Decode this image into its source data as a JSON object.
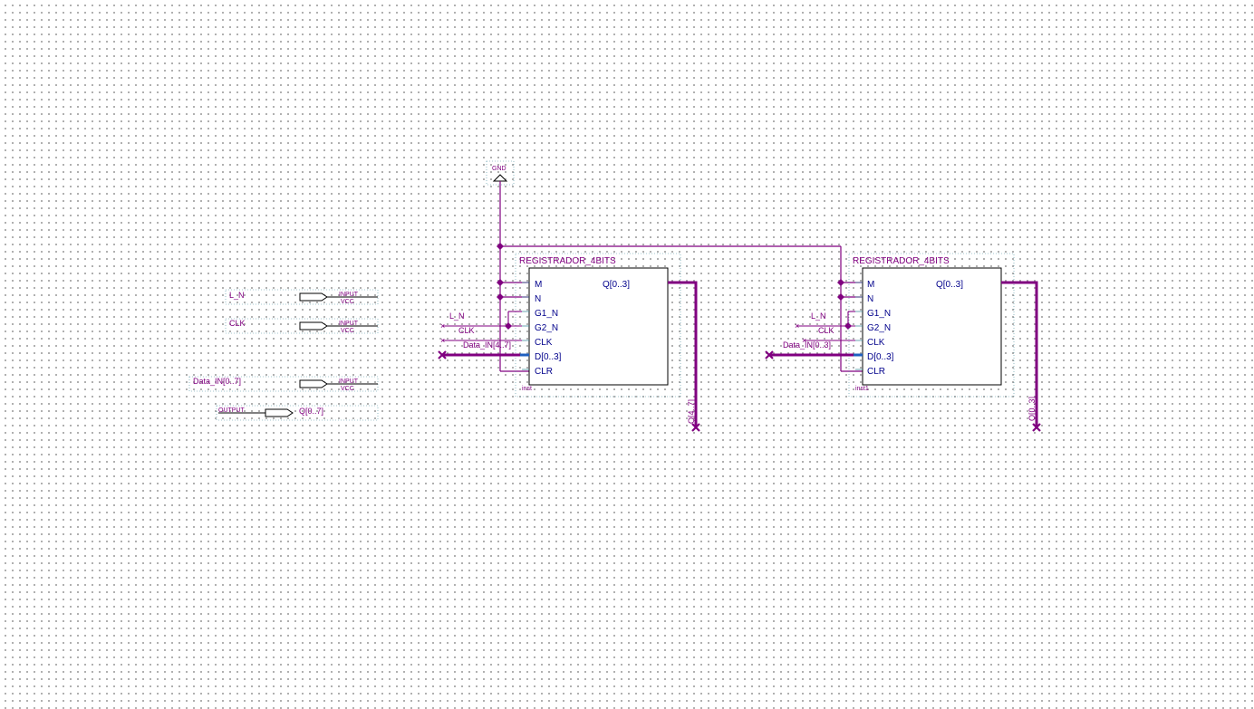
{
  "colors": {
    "wire": "#800080",
    "bus": "#800080",
    "block": "#000000",
    "port_text": "#00008b",
    "frame": "#4a8fa0"
  },
  "pins": [
    {
      "name": "L_N",
      "type": "INPUT",
      "default": "VCC"
    },
    {
      "name": "CLK",
      "type": "INPUT",
      "default": "VCC"
    },
    {
      "name": "Data_IN[0..7]",
      "type": "INPUT",
      "default": "VCC"
    },
    {
      "name": "Q[0..7]",
      "type": "OUTPUT"
    }
  ],
  "gnd_label": "GND",
  "blocks": [
    {
      "title": "REGISTRADOR_4BITS",
      "instance": "inst",
      "ports_left": [
        "M",
        "N",
        "G1_N",
        "G2_N",
        "CLK",
        "D[0..3]",
        "CLR"
      ],
      "port_right": "Q[0..3]",
      "net_labels": {
        "ln": "L_N",
        "clk": "CLK",
        "data": "Data_IN[4..7]",
        "out": "Q[4..7]"
      }
    },
    {
      "title": "REGISTRADOR_4BITS",
      "instance": "inst1",
      "ports_left": [
        "M",
        "N",
        "G1_N",
        "G2_N",
        "CLK",
        "D[0..3]",
        "CLR"
      ],
      "port_right": "Q[0..3]",
      "net_labels": {
        "ln": "L_N",
        "clk": "CLK",
        "data": "Data_IN[0..3]",
        "out": "Q[0..3]"
      }
    }
  ]
}
